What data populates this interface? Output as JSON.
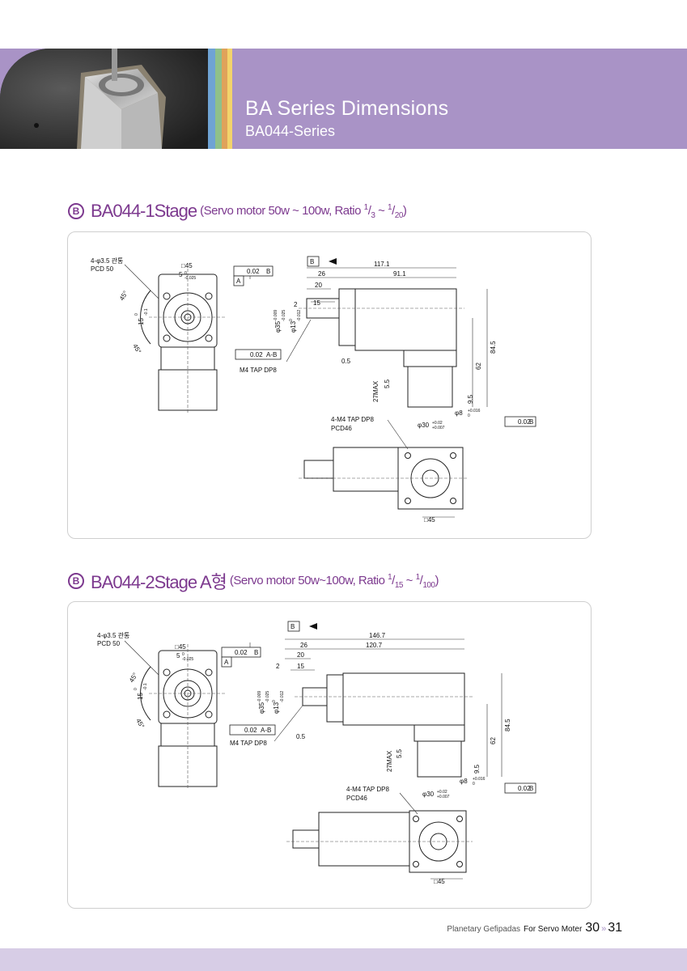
{
  "header": {
    "title": "BA Series Dimensions",
    "subtitle": "BA044-Series",
    "colors": {
      "band": "#a993c6",
      "stripes": [
        "#6fa3d4",
        "#8fc08a",
        "#e0a25a",
        "#f2d36b"
      ]
    }
  },
  "sections": [
    {
      "badge": "B",
      "title": "BA044-1Stage",
      "note_prefix": "(Servo motor 50w ~ 100w, Ratio ",
      "ratio_a_num": "1",
      "ratio_a_den": "3",
      "ratio_sep": " ~ ",
      "ratio_b_num": "1",
      "ratio_b_den": "20",
      "note_suffix": ")",
      "drawing": {
        "holes_label": "4-φ3.5 관통",
        "pcd_label": "PCD 50",
        "sq45_top": "□45",
        "key_width": "5",
        "key_tol_upper": "0",
        "key_tol_lower": "-0.025",
        "angle_top": "45°",
        "angle_bottom": "45°",
        "key_height": "15",
        "key_height_tol_upper": "0",
        "key_height_tol_lower": "-0.1",
        "runout_value": "0.02",
        "runout_ref": "B",
        "datum_a": "A",
        "datum_b": "B",
        "len_total": "117.1",
        "len_body": "91.1",
        "len_26": "26",
        "len_20": "20",
        "len_2": "2",
        "len_15": "15",
        "dia_35": "φ35",
        "dia_35_tol_upper": "-0.009",
        "dia_35_tol_lower": "-0.025",
        "dia_13": "φ13",
        "dia_13_tol_upper": "0",
        "dia_13_tol_lower": "-0.012",
        "conc_value": "0.02",
        "conc_ref": "A-B",
        "tap_label": "M4 TAP DP8",
        "len_05": "0.5",
        "h_845": "84.5",
        "h_62": "62",
        "h_27max": "27MAX",
        "h_55": "5.5",
        "h_95": "9.5",
        "dia_8": "φ8",
        "dia_8_tol_upper": "+0.016",
        "dia_8_tol_lower": "0",
        "dia_30": "φ30",
        "dia_30_tol_upper": "+0.02",
        "dia_30_tol_lower": "+0.007",
        "perp_value": "0.02",
        "perp_ref": "B",
        "tap_label2": "4-M4 TAP DP8",
        "pcd46_label": "PCD46",
        "sq45_bottom": "□45"
      }
    },
    {
      "badge": "B",
      "title": "BA044-2Stage A형",
      "note_prefix": "(Servo motor 50w~100w, Ratio ",
      "ratio_a_num": "1",
      "ratio_a_den": "15",
      "ratio_sep": " ~ ",
      "ratio_b_num": "1",
      "ratio_b_den": "100",
      "note_suffix": ")",
      "drawing": {
        "holes_label": "4-φ3.5 관통",
        "pcd_label": "PCD 50",
        "sq45_top": "□45",
        "key_width": "5",
        "key_tol_upper": "0",
        "key_tol_lower": "-0.025",
        "angle_top": "45°",
        "angle_bottom": "45°",
        "key_height": "15",
        "key_height_tol_upper": "0",
        "key_height_tol_lower": "-0.1",
        "runout_value": "0.02",
        "runout_ref": "B",
        "datum_a": "A",
        "datum_b": "B",
        "len_total": "146.7",
        "len_body": "120.7",
        "len_26": "26",
        "len_20": "20",
        "len_2": "2",
        "len_15": "15",
        "dia_35": "φ35",
        "dia_35_tol_upper": "-0.009",
        "dia_35_tol_lower": "-0.025",
        "dia_13": "φ13",
        "dia_13_tol_upper": "0",
        "dia_13_tol_lower": "-0.012",
        "conc_value": "0.02",
        "conc_ref": "A-B",
        "tap_label": "M4 TAP DP8",
        "len_05": "0.5",
        "h_845": "84.5",
        "h_62": "62",
        "h_27max": "27MAX",
        "h_55": "5.5",
        "h_95": "9.5",
        "dia_8": "φ8",
        "dia_8_tol_upper": "+0.016",
        "dia_8_tol_lower": "0",
        "dia_30": "φ30",
        "dia_30_tol_upper": "+0.02",
        "dia_30_tol_lower": "+0.007",
        "perp_value": "0.02",
        "perp_ref": "B",
        "tap_label2": "4-M4 TAP DP8",
        "pcd46_label": "PCD46",
        "sq45_bottom": "□45"
      }
    }
  ],
  "footer": {
    "text": "Planetary Gefipadas",
    "bold": "For Servo Moter",
    "page_left": "30",
    "arrows": "»",
    "page_right": "31"
  }
}
